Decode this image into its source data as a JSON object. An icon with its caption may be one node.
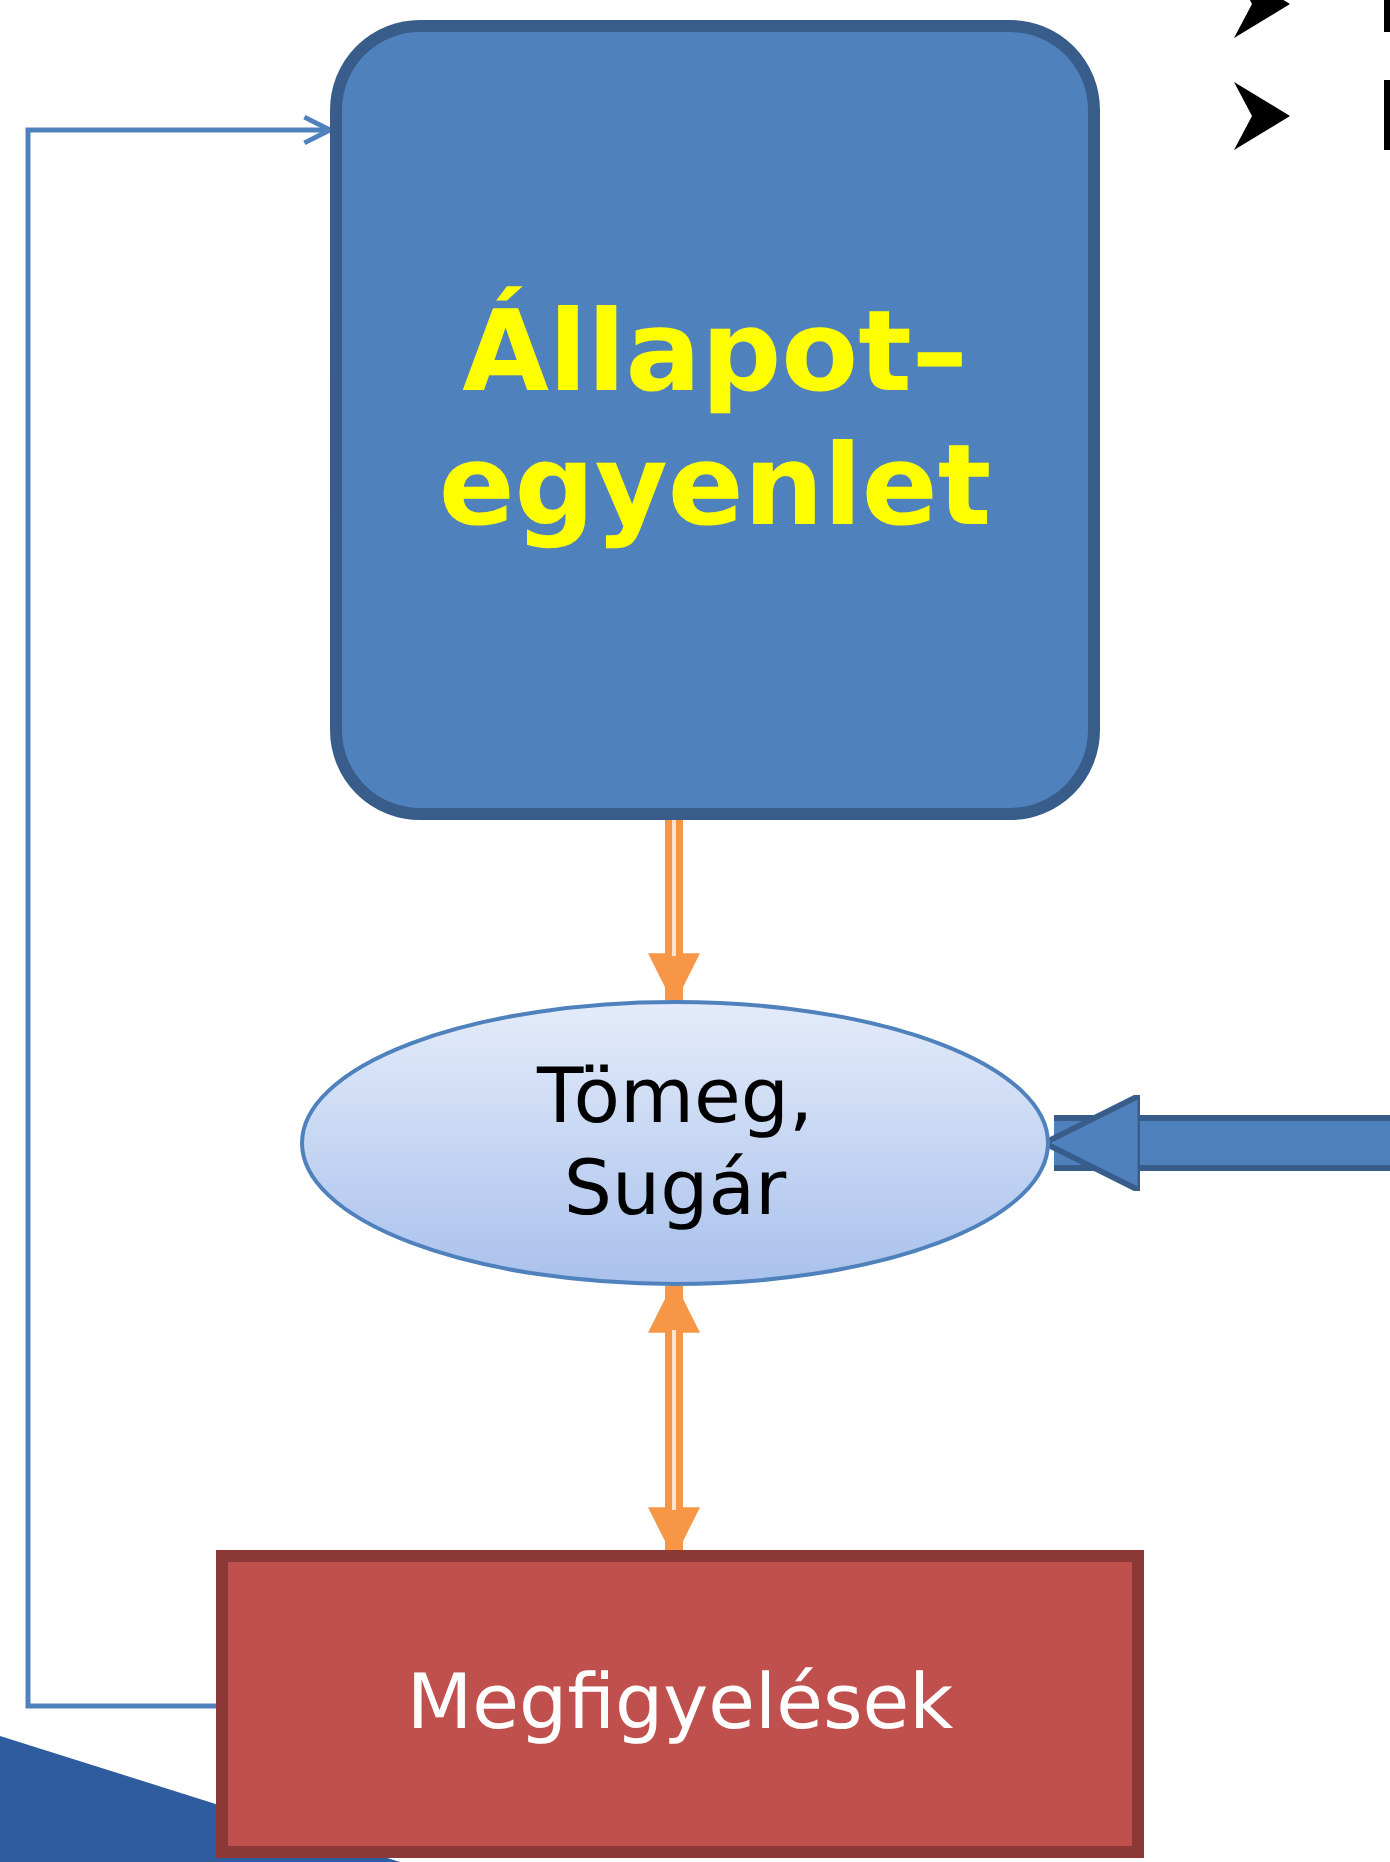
{
  "diagram": {
    "nodes": [
      {
        "text": [
          "Állapot– egyenlet"
        ]
      },
      {
        "text": [
          "Tömeg, Sugár"
        ]
      },
      {
        "text": [
          "Megfigyelések"
        ]
      }
    ],
    "edges": [
      {
        "from": 0,
        "to": 1,
        "arrow": "to",
        "color": "#f79646"
      },
      {
        "from": 1,
        "to": 2,
        "arrow": "both",
        "color": "#f79646"
      },
      {
        "from": 2,
        "to": 0,
        "arrow": "to",
        "color": "#4f81bd"
      },
      {
        "from": null,
        "to": 1,
        "arrow": "to",
        "style": "thick",
        "color": "#4f81bd"
      }
    ]
  }
}
